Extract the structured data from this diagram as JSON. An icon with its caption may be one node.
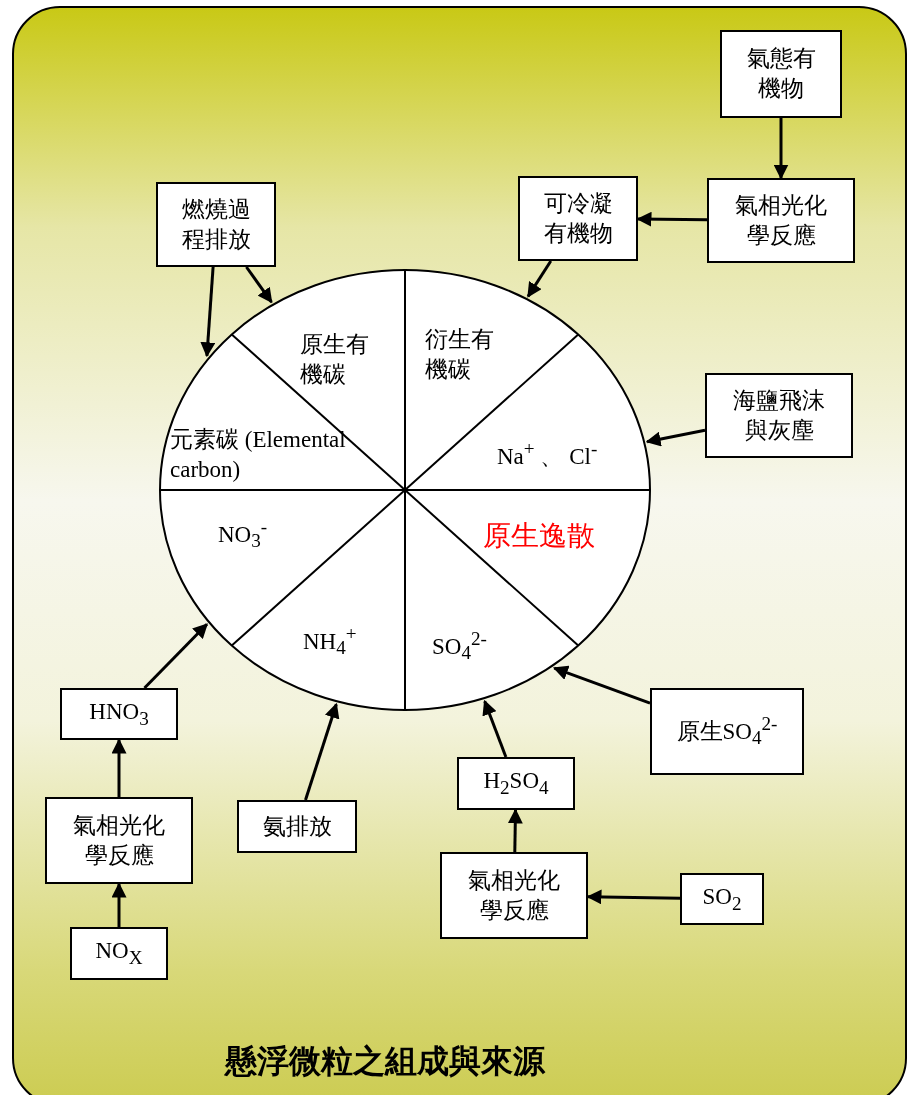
{
  "diagram": {
    "title": "懸浮微粒之組成與來源",
    "nodes": [
      {
        "text": [
          "氣態有機物"
        ]
      },
      {
        "text": [
          "燃燒過程排放"
        ]
      },
      {
        "text": [
          "可冷凝有機物"
        ]
      },
      {
        "text": [
          "氣相光化學反應"
        ]
      },
      {
        "text": [],
        "shape": "circle"
      },
      {
        "text": [
          "原生有機碳"
        ],
        "in": 4
      },
      {
        "text": [
          "衍生有機碳"
        ],
        "in": 4
      },
      {
        "text": [
          "元素碳 (Elemental carbon)"
        ],
        "in": 4
      },
      {
        "text": [
          "Na$^{+}$ 、 Cl$^{-}$"
        ],
        "in": 4
      },
      {
        "text": [
          "NO$_{3}$$^{-}$"
        ],
        "in": 4
      },
      {
        "text": [
          "原生逸散"
        ],
        "in": 4
      },
      {
        "text": [
          "NH$_{4}$$^{+}$"
        ],
        "in": 4
      },
      {
        "text": [
          "SO$_{4}$$^{2-}$"
        ],
        "in": 4
      },
      {
        "text": [
          "海鹽飛沫與灰塵"
        ]
      },
      {
        "text": [
          "HNO$_{3}$"
        ]
      },
      {
        "text": [
          "原生SO$_{4}$$^{2-}$"
        ]
      },
      {
        "text": [
          "H$_{2}$SO$_{4}$"
        ]
      },
      {
        "text": [
          "氣相光化學反應"
        ]
      },
      {
        "text": [
          "氨排放"
        ]
      },
      {
        "text": [
          "氣相光化學反應"
        ]
      },
      {
        "text": [
          "SO$_{2}$"
        ]
      },
      {
        "text": [
          "NO$_{X}$"
        ]
      }
    ],
    "edges": [
      {
        "from": 0,
        "to": 3,
        "arrow": "to"
      },
      {
        "from": 3,
        "to": 2,
        "arrow": "to"
      },
      {
        "from": 2,
        "to": 6,
        "arrow": "to"
      },
      {
        "from": 1,
        "to": 5,
        "arrow": "to"
      },
      {
        "from": 1,
        "to": 7,
        "arrow": "to"
      },
      {
        "from": 13,
        "to": 8,
        "arrow": "to"
      },
      {
        "from": 15,
        "to": 12,
        "arrow": "to"
      },
      {
        "from": 16,
        "to": 12,
        "arrow": "to"
      },
      {
        "from": 19,
        "to": 16,
        "arrow": "to"
      },
      {
        "from": 20,
        "to": 19,
        "arrow": "to"
      },
      {
        "from": 21,
        "to": 17,
        "arrow": "to"
      },
      {
        "from": 17,
        "to": 14,
        "arrow": "to"
      },
      {
        "from": 14,
        "to": 9,
        "arrow": "to"
      },
      {
        "from": 18,
        "to": 11,
        "arrow": "to"
      }
    ]
  }
}
